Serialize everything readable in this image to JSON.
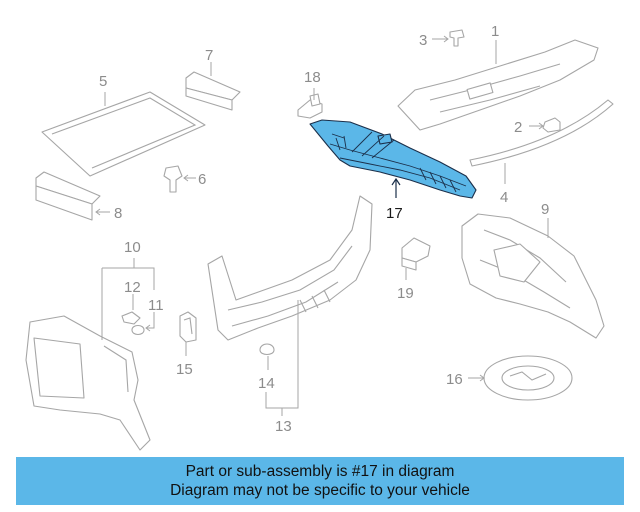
{
  "callouts": {
    "c1": "1",
    "c2": "2",
    "c3": "3",
    "c4": "4",
    "c5": "5",
    "c6": "6",
    "c7": "7",
    "c8": "8",
    "c9": "9",
    "c10": "10",
    "c11": "11",
    "c12": "12",
    "c13": "13",
    "c14": "14",
    "c15": "15",
    "c16": "16",
    "c17": "17",
    "c18": "18",
    "c19": "19"
  },
  "highlight": {
    "part_number": "17",
    "color": "#5bb7e8"
  },
  "banner": {
    "line1": "Part or sub-assembly is #17 in diagram",
    "line2": "Diagram may not be specific to your vehicle"
  }
}
